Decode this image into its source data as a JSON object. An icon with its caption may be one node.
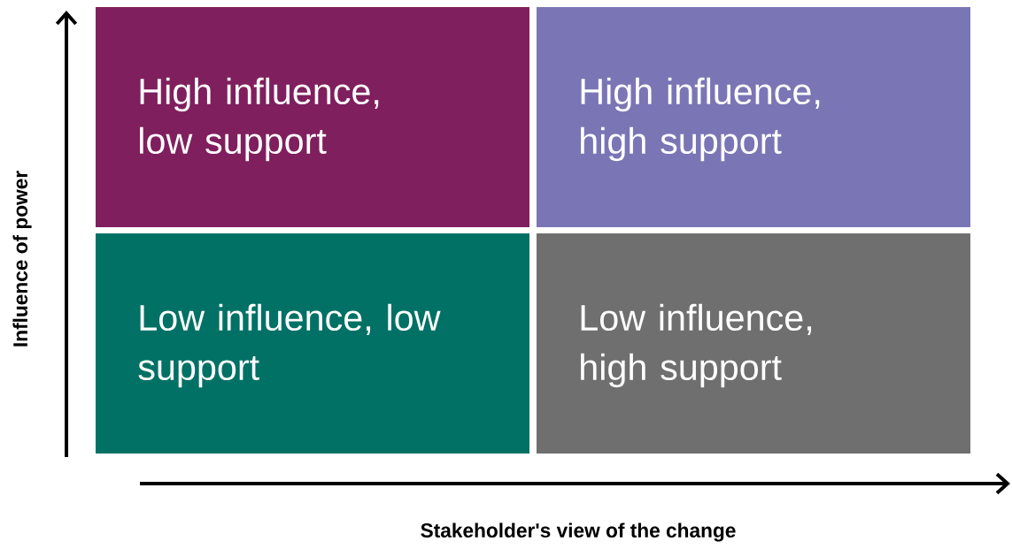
{
  "diagram": {
    "nodes": [
      {
        "text": [
          "High influence, low support"
        ]
      },
      {
        "text": [
          "High influence, high support"
        ]
      },
      {
        "text": [
          "Low influence, low support"
        ]
      },
      {
        "text": [
          "Low influence, high support"
        ]
      }
    ],
    "labels": [
      "Influence of power",
      "Stakeholder's view of the change"
    ]
  }
}
